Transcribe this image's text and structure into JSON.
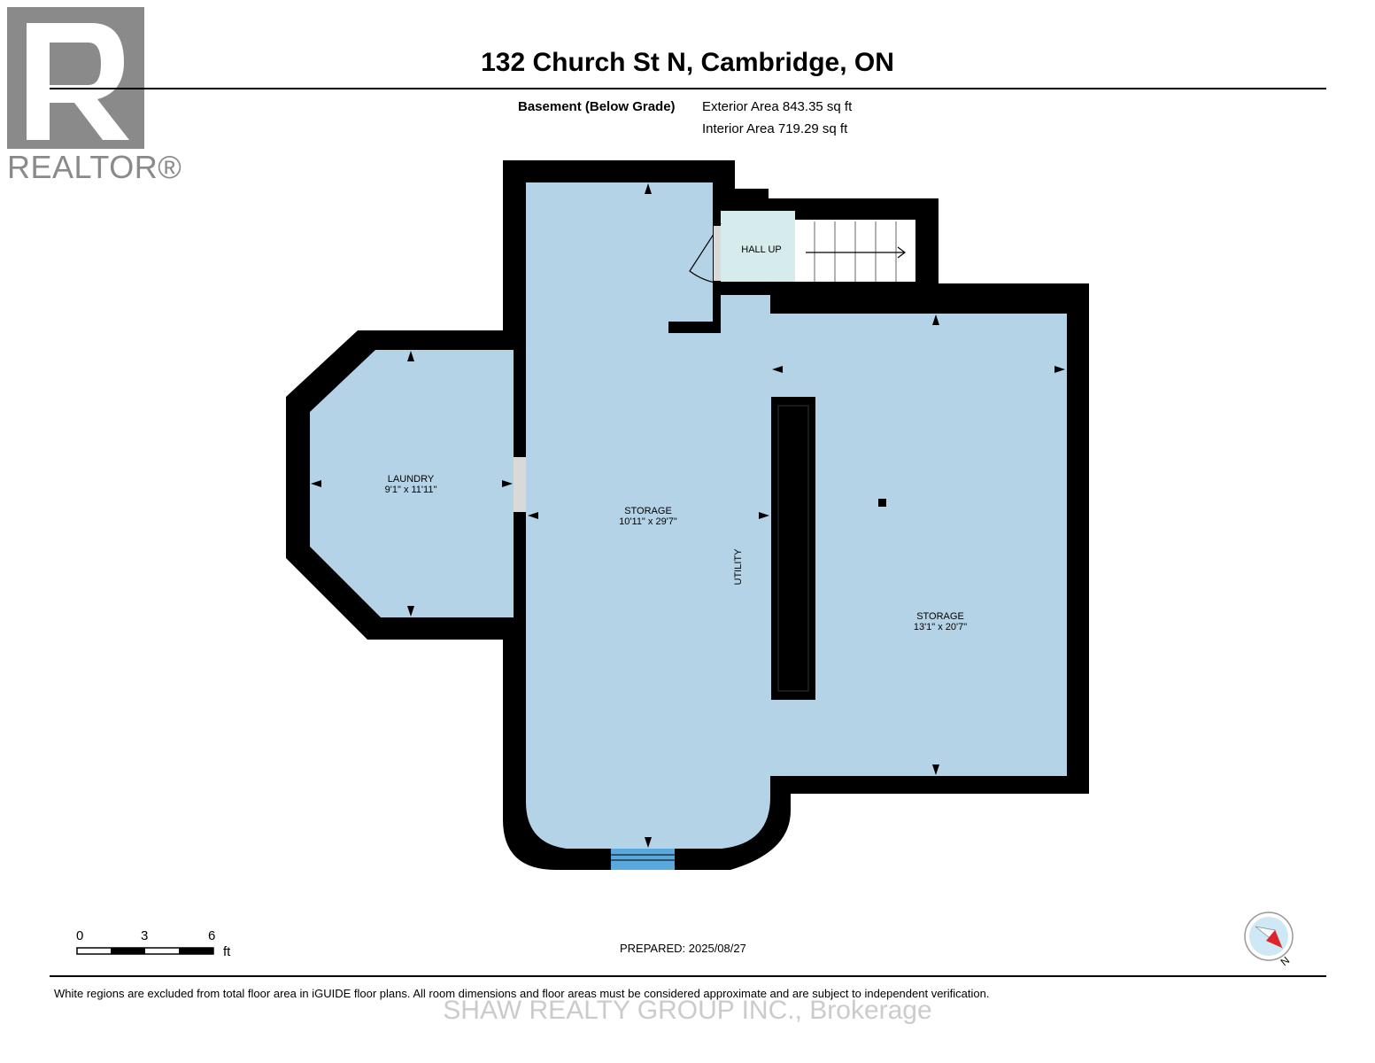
{
  "header": {
    "title": "132 Church St N, Cambridge, ON",
    "floor_label": "Basement (Below Grade)",
    "exterior_area": "Exterior Area 843.35 sq ft",
    "interior_area": "Interior Area 719.29 sq ft"
  },
  "branding": {
    "logo_text": "REALTOR®",
    "logo_icon": "realtor-r-icon",
    "watermark": "SHAW REALTY GROUP INC., Brokerage"
  },
  "rooms": {
    "laundry": {
      "name": "LAUNDRY",
      "dims": "9'1\" x 11'11\""
    },
    "storage_main": {
      "name": "STORAGE",
      "dims": "10'11\" x 29'7\""
    },
    "storage_east": {
      "name": "STORAGE",
      "dims": "13'1\" x 20'7\""
    },
    "utility": {
      "name": "UTILITY"
    },
    "hall": {
      "name": "HALL UP"
    }
  },
  "scale": {
    "ticks": [
      "0",
      "3",
      "6"
    ],
    "unit": "ft"
  },
  "footer": {
    "prepared": "PREPARED: 2025/08/27",
    "disclaimer": "White regions are excluded from total floor area in iGUIDE floor plans. All room dimensions and floor areas must be considered approximate and are subject to independent verification."
  },
  "compass": {
    "label": "N",
    "icon": "north-compass-icon"
  },
  "colors": {
    "room_fill": "#b5d3e7",
    "hall_fill": "#d6ecec",
    "wall": "#000000",
    "window": "#5aa9dd"
  }
}
